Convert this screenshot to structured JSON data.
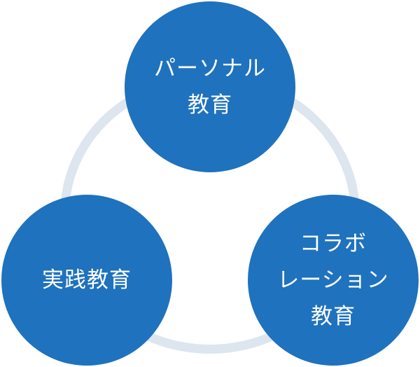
{
  "diagram": {
    "colors": {
      "ring": "#dde6ef",
      "node_fill": "#1f72bd",
      "node_text": "#ffffff",
      "background": "#ffffff"
    },
    "nodes": {
      "top": {
        "lines": [
          "パーソナル",
          "教育"
        ]
      },
      "left": {
        "lines": [
          "実践教育"
        ]
      },
      "right": {
        "lines": [
          "コラボ",
          "レーション",
          "教育"
        ]
      }
    }
  }
}
